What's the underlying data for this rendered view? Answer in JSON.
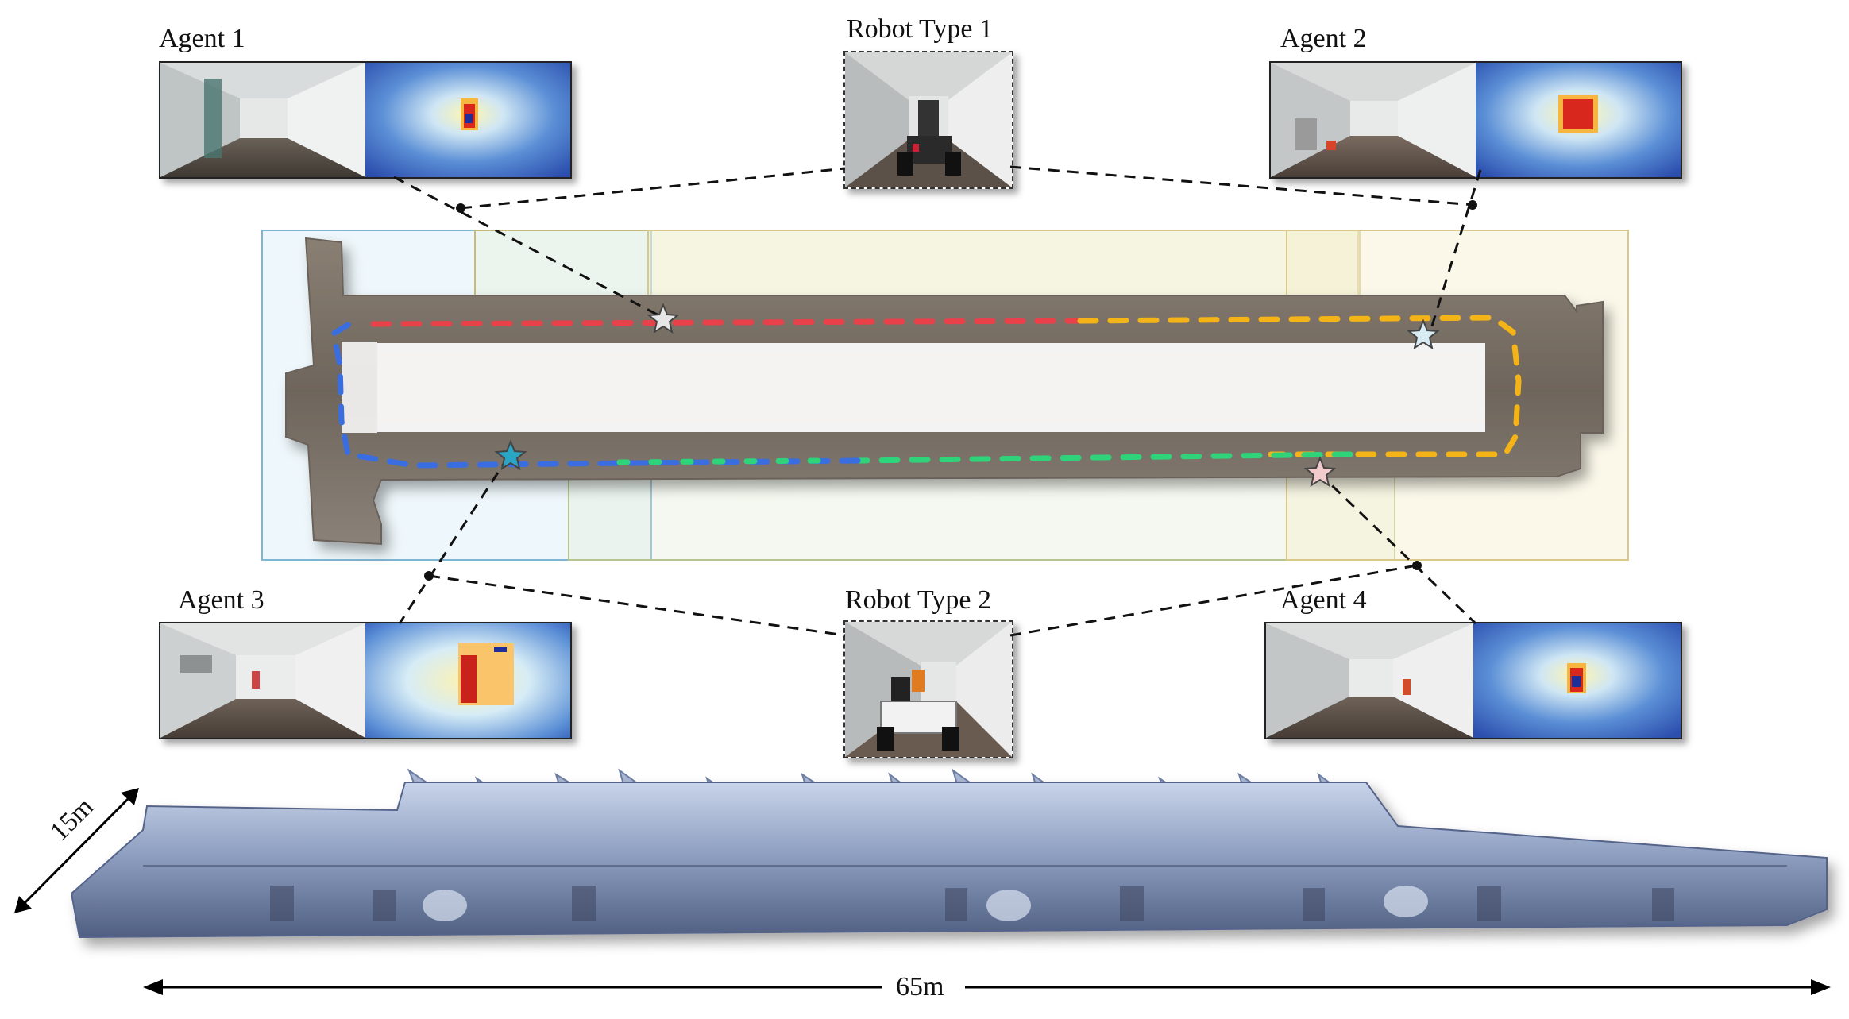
{
  "labels": {
    "agent1": "Agent 1",
    "agent2": "Agent 2",
    "agent3": "Agent 3",
    "agent4": "Agent 4",
    "robot1": "Robot Type 1",
    "robot2": "Robot Type 2"
  },
  "dimensions": {
    "depth": "15m",
    "length": "65m"
  },
  "colors": {
    "trajectory_red": "#e8414a",
    "trajectory_blue": "#3a6ee0",
    "trajectory_green": "#2fd47a",
    "trajectory_yellow": "#f4b417",
    "region_blue": "#cfe8f3",
    "region_yellow": "#f7efcf",
    "depth_background": "#2f58b8",
    "pointcloud": "#6d7ea3"
  },
  "icons": {
    "markers": [
      "star-marker-white",
      "star-marker-lightblue",
      "star-marker-teal",
      "star-marker-pink"
    ]
  }
}
